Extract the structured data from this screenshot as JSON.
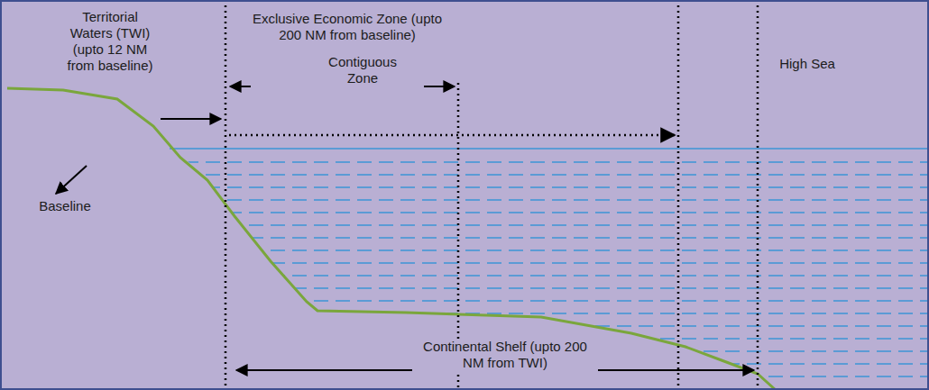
{
  "diagram": {
    "labels": [
      "Territorial Waters (TWI) (upto 12 NM from baseline)",
      "Exclusive Economic Zone (upto 200 NM from baseline)",
      "Contiguous Zone",
      "High Sea",
      "Baseline",
      "Continental Shelf (upto 200 NM from TWI)"
    ]
  }
}
